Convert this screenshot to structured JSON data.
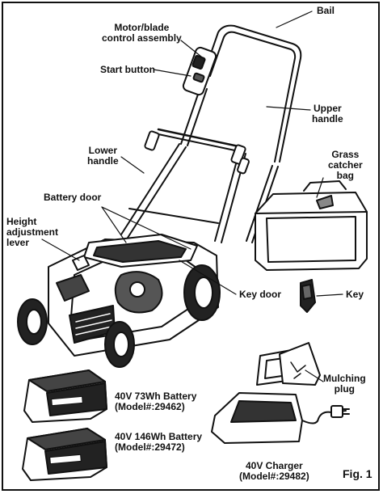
{
  "labels": {
    "bail": "Bail",
    "motor_blade": "Motor/blade\ncontrol assembly",
    "start_button": "Start button",
    "upper_handle": "Upper\nhandle",
    "lower_handle": "Lower\nhandle",
    "grass_catcher": "Grass\ncatcher\nbag",
    "battery_door": "Battery door",
    "height_lever": "Height\nadjustment\nlever",
    "key_door": "Key door",
    "key": "Key",
    "mulching_plug": "Mulching\nplug",
    "battery_73": "40V 73Wh Battery\n(Model#:29462)",
    "battery_146": "40V 146Wh Battery\n(Model#:29472)",
    "charger": "40V Charger\n(Model#:29482)",
    "figure": "Fig. 1"
  }
}
